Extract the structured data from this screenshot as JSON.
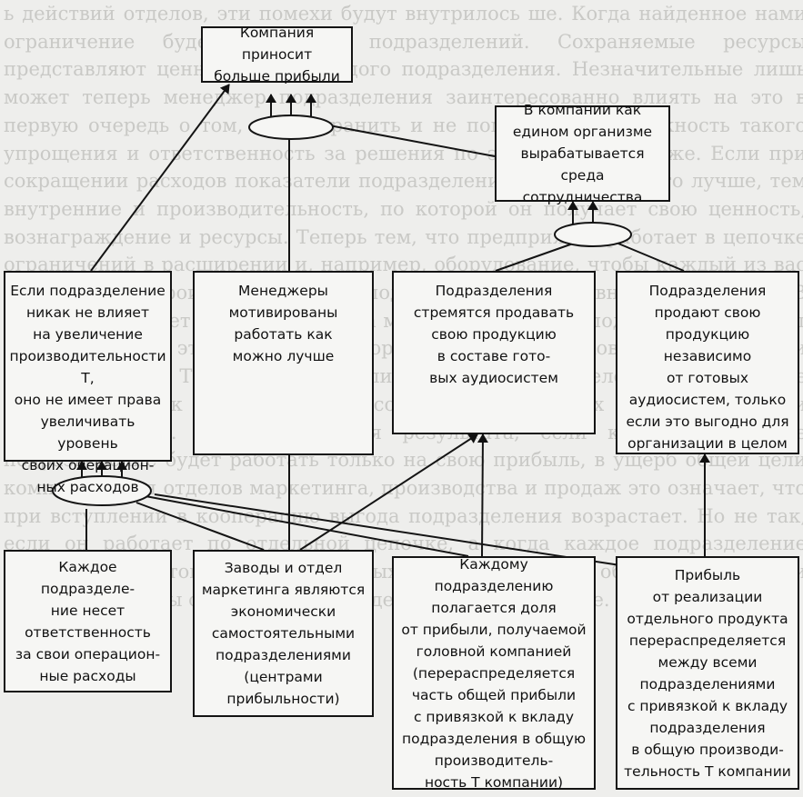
{
  "background_text": "ь действий отделов, эти помехи будут внутрилось ше. Когда найденное нами ограничение будет наиболее подразделений. Сохраняемые ресурсы представляют ценность для каждого подразделения. Незначительные лишь может теперь менеджер подразделения заинтересованно влиять на это в первую очередь о том, как сохранить и не помешать. Неизбежность такого упрощения и ответственность за решения по этому вопросу тоже. Если при сокращении расходов показатели подразделения будут хуже, что лучше, тем внутренние и производительность, по которой он получает свою ценность, вознаграждение и ресурсы. Теперь тем, что предприятие работает в цепочке ограничений в расширении и, например, оборудование, чтобы каждый из вас мог повысить производительность подразделения на уровне всей системы. В таких случаях нет необходимости, а многие менеджеры подразделений будут работать над этим вопросом организации и руководить ресурсами подразделений. Тогда руководители каждого подразделения будут более восприимчивы к отношениям с сотрудниками других подразделений и руководителями. Нельзя добиться результата, если каждое отдельное подразделение будет работать только на свою прибыль, в ущерб общей цели компании. Для отделов маркетинга, производства и продаж это означает, что при вступлении в кооперацию выгода подразделения возрастает. Но не так, если он работает по отдельной цепочке, а когда каждое подразделение работает с учётом организационных ограничений, то общий результат и результат работы отдельных подразделений растут вместе.",
  "boxes": {
    "profit": "Компания приносит\nбольше прибыли",
    "organism": "В компании как\nедином организме\nвырабатывается\nсреда сотрудничества",
    "no_influence": "Если подразделение\nникак не влияет\nна увеличение\nпроизводительности Т,\nоно не имеет права\nувеличивать уровень\nсвоих операцион-\nных расходов",
    "managers": "Менеджеры\nмотивированы\nработать как\nможно лучше",
    "sell_in_system": "Подразделения\nстремятся продавать\nсвою продукцию\nв составе гото-\nвых аудиосистем",
    "sell_independent": "Подразделения\nпродают свою\nпродукцию\nнезависимо\nот готовых\nаудиосистем, только\nесли это выгодно для\nорганизации в целом",
    "responsibility": "Каждое подразделе-\nние несет\nответственность\nза свои операцион-\nные расходы",
    "plants": "Заводы и отдел\nмаркетинга являются\nэкономически\nсамостоятельными\nподразделениями\n(центрами\nприбыльности)",
    "share": "Каждому подразделению\nполагается доля\nот прибыли, получаемой\nголовной компанией\n(перераспределяется\nчасть общей прибыли\nс привязкой к вкладу\nподразделения в общую\nпроизводитель-\nность Т компании)",
    "redistribution": "Прибыль\nот реализации\nотдельного продукта\nперераспределяется\nмежду всеми\nподразделениями\nс привязкой к вкладу\nподразделения\nв общую производи-\nтельность Т компании"
  }
}
